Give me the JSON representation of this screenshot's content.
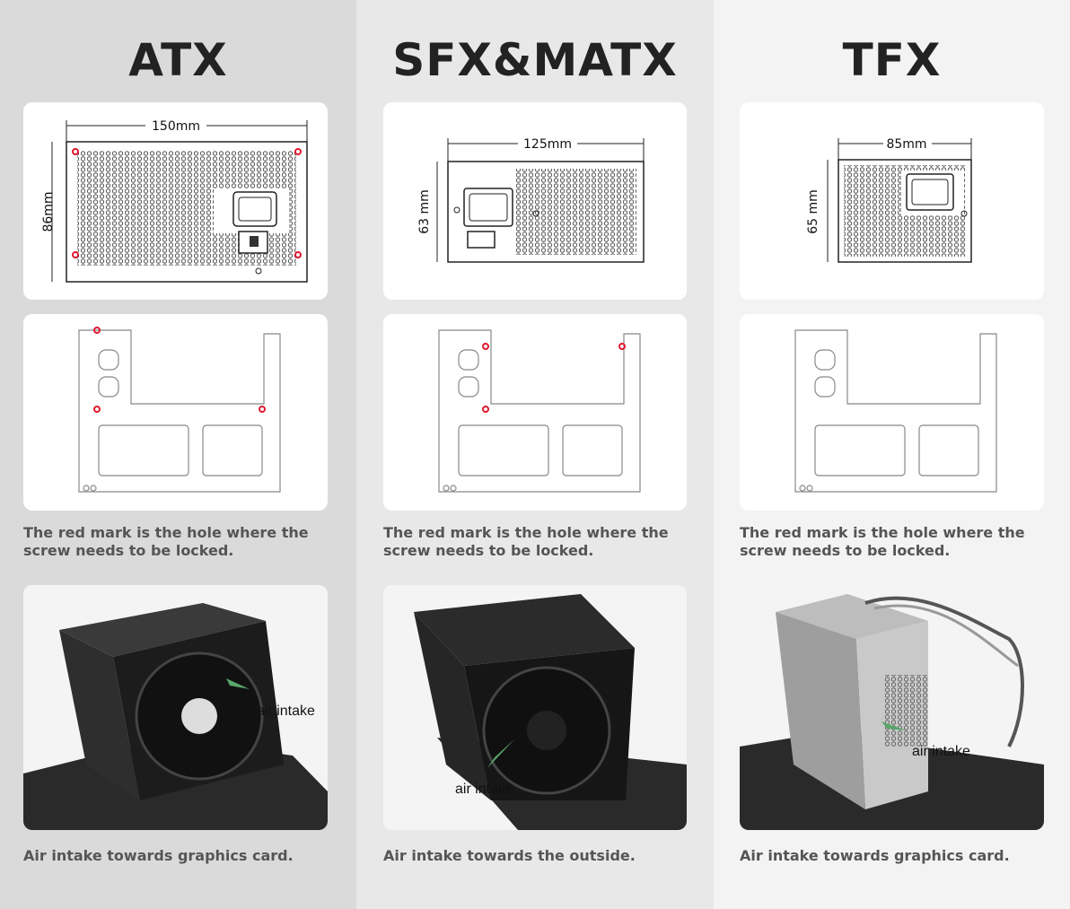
{
  "columns": [
    {
      "title": "ATX",
      "width_label": "150mm",
      "height_label": "86mm",
      "screw_caption": "The red mark is the hole where the screw needs to be locked.",
      "intake_label": "air intake",
      "intake_caption": "Air intake towards graphics card."
    },
    {
      "title": "SFX&MATX",
      "width_label": "125mm",
      "height_label": "63 mm",
      "screw_caption": "The red mark is the hole where the screw needs to be locked.",
      "intake_label": "air intake",
      "intake_caption": "Air intake towards the outside."
    },
    {
      "title": "TFX",
      "width_label": "85mm",
      "height_label": "65 mm",
      "screw_caption": "The red mark is the hole where the screw needs to be locked.",
      "intake_label": "air intake",
      "intake_caption": "Air intake towards graphics card."
    }
  ],
  "colors": {
    "screw_mark": "#e0182d",
    "arrow": "#5aa66a"
  }
}
